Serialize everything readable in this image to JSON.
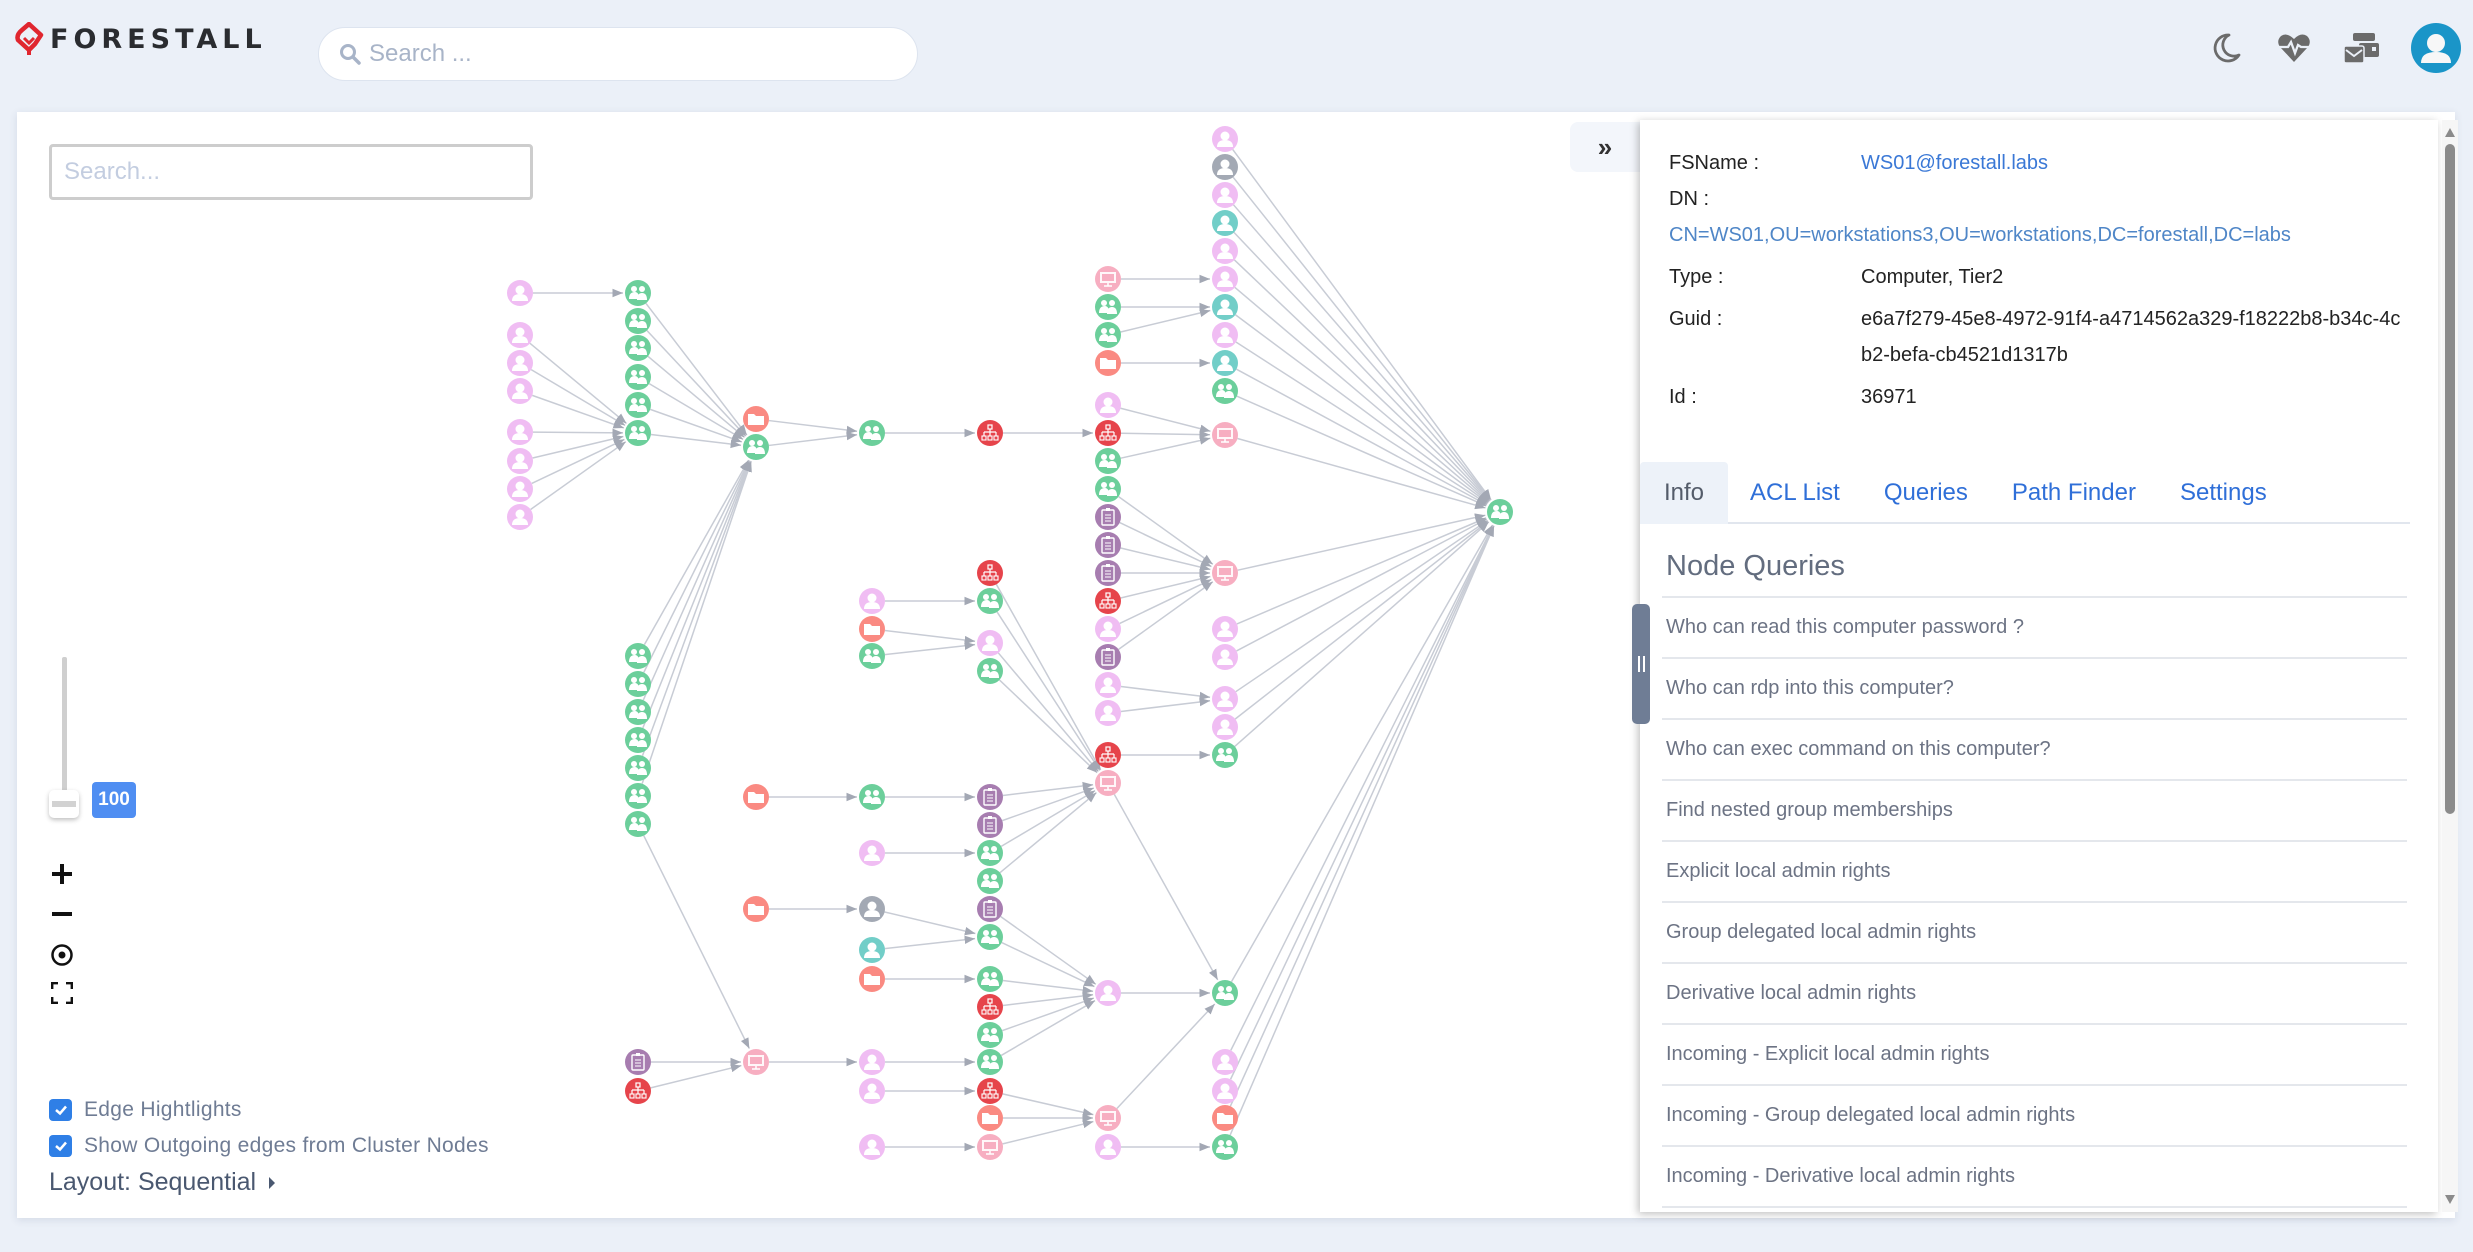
{
  "app": {
    "brand": "FORESTALL",
    "brand_color": "#e0262f"
  },
  "topbar": {
    "search_placeholder": "Search ...",
    "icons": [
      "moon-icon",
      "heartbeat-icon",
      "messages-icon",
      "user-avatar"
    ]
  },
  "graph": {
    "search_placeholder": "Search...",
    "zoom_value": "100",
    "controls": [
      "zoom-in",
      "zoom-out",
      "center",
      "fit-screen"
    ],
    "options": [
      {
        "label": "Edge Hightlights",
        "checked": true
      },
      {
        "label": "Show Outgoing edges from Cluster Nodes",
        "checked": true
      }
    ],
    "layout_label": "Layout: Sequential",
    "colors": {
      "user": "#f0bdf3",
      "group": "#6ccf9b",
      "ou": "#e6444b",
      "computer": "#f7aec1",
      "container": "#fa8a82",
      "gpo": "#a77db0",
      "disabled_user": "#a3a9b4",
      "service_user": "#72cec8",
      "edge": "#c8ccd5"
    }
  },
  "panel": {
    "collapse_icon": "»",
    "properties": {
      "fsname_label": "FSName :",
      "fsname_value": "WS01@forestall.labs",
      "dn_label": "DN :",
      "dn_value": "CN=WS01,OU=workstations3,OU=workstations,DC=forestall,DC=labs",
      "type_label": "Type :",
      "type_value": "Computer, Tier2",
      "guid_label": "Guid :",
      "guid_value": "e6a7f279-45e8-4972-91f4-a4714562a329-f18222b8-b34c-4cb2-befa-cb4521d1317b",
      "id_label": "Id :",
      "id_value": "36971"
    },
    "tabs": [
      {
        "label": "Info",
        "active": true
      },
      {
        "label": "ACL List",
        "active": false
      },
      {
        "label": "Queries",
        "active": false
      },
      {
        "label": "Path Finder",
        "active": false
      },
      {
        "label": "Settings",
        "active": false
      }
    ],
    "queries_title": "Node Queries",
    "queries": [
      "Who can read this computer password ?",
      "Who can rdp into this computer?",
      "Who can exec command on this computer?",
      "Find nested group memberships",
      "Explicit local admin rights",
      "Group delegated local admin rights",
      "Derivative local admin rights",
      "Incoming - Explicit local admin rights",
      "Incoming - Group delegated local admin rights",
      "Incoming - Derivative local admin rights"
    ]
  }
}
